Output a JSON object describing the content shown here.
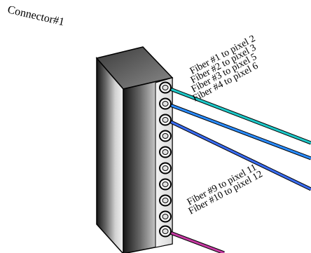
{
  "diagram": {
    "connector_title": "Connector#1",
    "fiber_labels": [
      "Fiber #1 to pixel 2",
      "Fiber #2 to pixel 3",
      "Fiber #3 to pixel 5",
      "Fiber #4 to pixel 6",
      "Fiber #9 to pixel 11",
      "Fiber #10 to pixel 12"
    ],
    "port_count": 10,
    "colors": {
      "fiber_cyan": "#1ec8c8",
      "fiber_blue_light": "#2b8cff",
      "fiber_blue": "#3a6cf0",
      "fiber_magenta": "#c63aa3",
      "housing_dark": "#1b1b1b",
      "housing_light": "#e6e6e6"
    },
    "icons": [
      "optical-port-icon",
      "fiber-cable-icon",
      "connector-housing-icon"
    ]
  }
}
